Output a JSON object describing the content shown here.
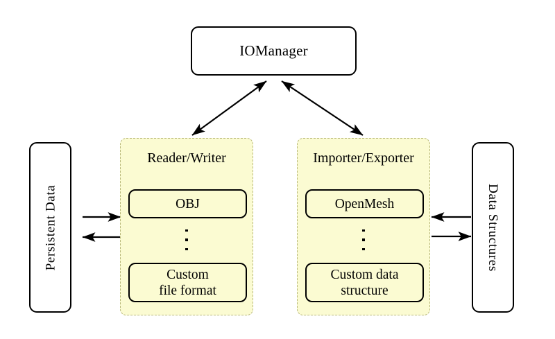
{
  "diagram": {
    "title_node": {
      "label": "IOManager",
      "name": "iomanager-node"
    },
    "side_nodes": [
      {
        "label": "Persistent Data",
        "name": "persistent-data-node",
        "orientation": "rotated-counterclockwise"
      },
      {
        "label": "Data Structures",
        "name": "data-structures-node",
        "orientation": "rotated-clockwise"
      }
    ],
    "groups": [
      {
        "title": "Reader/Writer",
        "name": "reader-writer-group",
        "items": [
          {
            "label": "OBJ",
            "name": "obj-node"
          },
          {
            "label": "⋮",
            "name": "vertical-ellipsis",
            "is_ellipsis": true
          },
          {
            "label": "Custom\nfile format",
            "line1": "Custom",
            "line2": "file format",
            "name": "custom-file-format-node"
          }
        ]
      },
      {
        "title": "Importer/Exporter",
        "name": "importer-exporter-group",
        "items": [
          {
            "label": "OpenMesh",
            "name": "openmesh-node"
          },
          {
            "label": "⋮",
            "name": "vertical-ellipsis",
            "is_ellipsis": true
          },
          {
            "label": "Custom data\nstructure",
            "line1": "Custom data",
            "line2": "structure",
            "name": "custom-data-structure-node"
          }
        ]
      }
    ],
    "edges": [
      {
        "name": "edge-iomanager-readerwriter",
        "from": "IOManager",
        "to": "Reader/Writer",
        "style": "double-headed-arrow"
      },
      {
        "name": "edge-iomanager-importerexporter",
        "from": "IOManager",
        "to": "Importer/Exporter",
        "style": "double-headed-arrow"
      },
      {
        "name": "edge-persistentdata-to-readerwriter",
        "from": "Persistent Data",
        "to": "Reader/Writer",
        "style": "arrow-right"
      },
      {
        "name": "edge-readerwriter-to-persistentdata",
        "from": "Reader/Writer",
        "to": "Persistent Data",
        "style": "arrow-left"
      },
      {
        "name": "edge-datastructures-to-importerexporter",
        "from": "Data Structures",
        "to": "Importer/Exporter",
        "style": "arrow-left"
      },
      {
        "name": "edge-importerexporter-to-datastructures",
        "from": "Importer/Exporter",
        "to": "Data Structures",
        "style": "arrow-right"
      }
    ],
    "colors": {
      "panel_fill": "#fbfbd2",
      "panel_border": "#b8b87a",
      "node_stroke": "#000000",
      "background": "#ffffff"
    }
  }
}
